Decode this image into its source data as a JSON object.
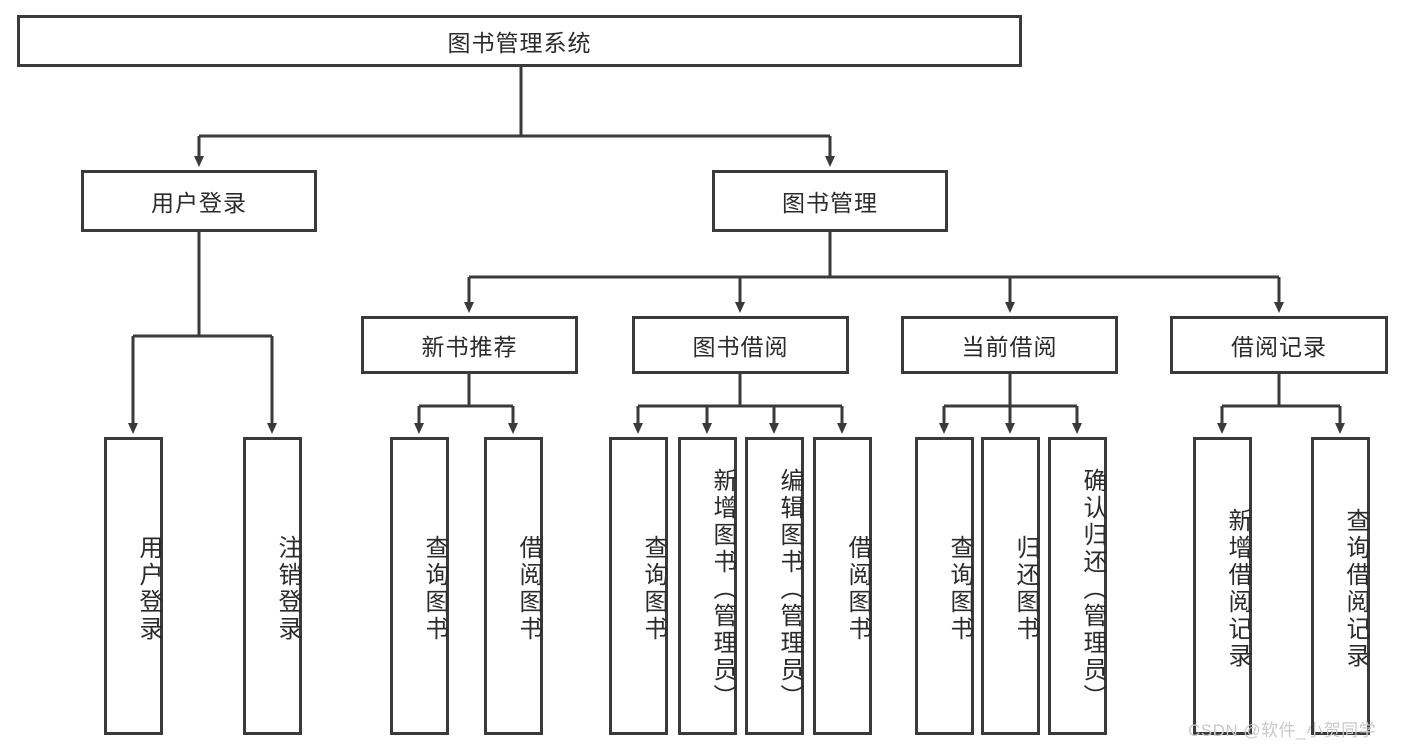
{
  "diagram": {
    "title": "图书管理系统",
    "type": "tree-hierarchy",
    "watermark": "CSDN @软件_小贺同学",
    "colors": {
      "box_border": "#3a3a3a",
      "box_fill": "#ffffff",
      "edge": "#3a3a3a",
      "text": "#2b2b2b",
      "watermark": "#c9c9c9"
    },
    "root": {
      "label": "图书管理系统"
    },
    "level2": [
      {
        "label": "用户登录"
      },
      {
        "label": "图书管理"
      }
    ],
    "level3": [
      {
        "label": "新书推荐"
      },
      {
        "label": "图书借阅"
      },
      {
        "label": "当前借阅"
      },
      {
        "label": "借阅记录"
      }
    ],
    "leaves": {
      "user_login": [
        {
          "label": "用户登录"
        },
        {
          "label": "注销登录"
        }
      ],
      "new_book_recommend": [
        {
          "label": "查询图书"
        },
        {
          "label": "借阅图书"
        }
      ],
      "book_borrow": [
        {
          "label": "查询图书"
        },
        {
          "label": "新增图书（管理员）"
        },
        {
          "label": "编辑图书（管理员）"
        },
        {
          "label": "借阅图书"
        }
      ],
      "current_borrow": [
        {
          "label": "查询图书"
        },
        {
          "label": "归还图书"
        },
        {
          "label": "确认归还（管理员）"
        }
      ],
      "borrow_record": [
        {
          "label": "新增借阅记录"
        },
        {
          "label": "查询借阅记录"
        }
      ]
    }
  }
}
